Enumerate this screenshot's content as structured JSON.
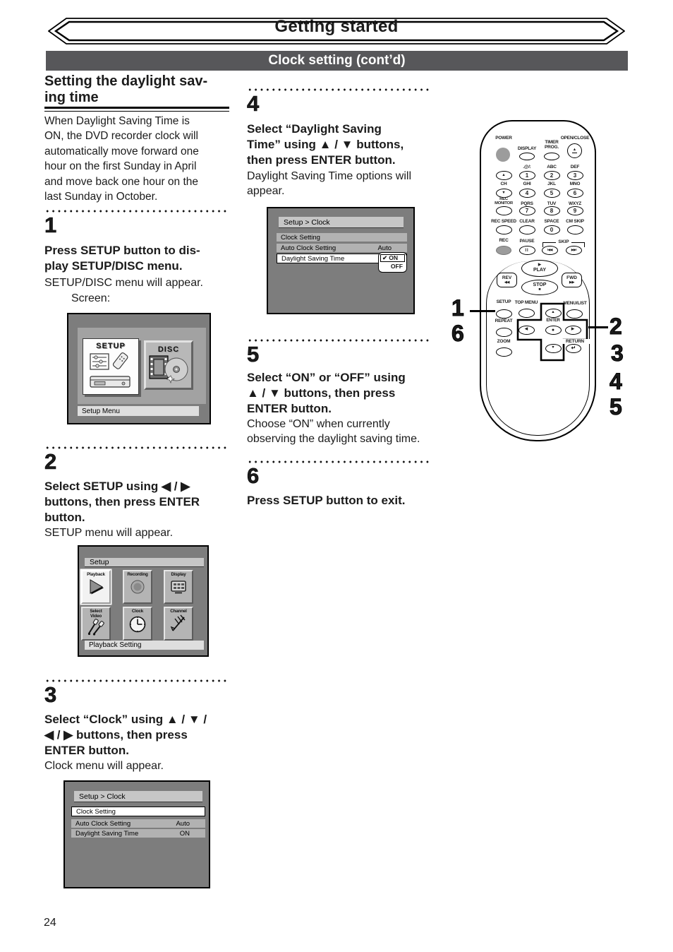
{
  "header": {
    "banner": "Getting started",
    "section": "Clock setting (cont’d)"
  },
  "page_number": "24",
  "left": {
    "heading": "Setting the daylight sav-\ning time",
    "intro": "When Daylight Saving Time is\nON, the DVD recorder clock will\nautomatically move forward one\nhour on the first Sunday in April\nand move back one hour on the\nlast Sunday in October."
  },
  "steps": {
    "s1": {
      "num": "1",
      "bold": "Press SETUP button to dis-\nplay SETUP/DISC menu.",
      "normal": "SETUP/DISC menu will appear.",
      "screen_label": "Screen:"
    },
    "s2": {
      "num": "2",
      "bold": "Select SETUP using ◀ / ▶\nbuttons, then press ENTER\nbutton.",
      "normal": "SETUP menu will appear."
    },
    "s3": {
      "num": "3",
      "bold": "Select “Clock” using ▲ / ▼ /\n◀ / ▶ buttons, then press\nENTER button.",
      "normal": "Clock menu will appear."
    },
    "s4": {
      "num": "4",
      "bold": "Select “Daylight Saving\nTime” using  ▲ / ▼ buttons,\nthen press ENTER button.",
      "normal": "Daylight Saving Time options will\nappear."
    },
    "s5": {
      "num": "5",
      "bold": "Select “ON” or “OFF” using\n▲ / ▼ buttons, then press\nENTER button.",
      "normal": "Choose “ON” when currently\nobserving the daylight saving time."
    },
    "s6": {
      "num": "6",
      "bold": "Press SETUP button to exit."
    }
  },
  "screens": {
    "setup_disc": {
      "setup_tile": "SETUP",
      "disc_tile": "DISC",
      "status": "Setup Menu"
    },
    "setup_menu": {
      "title": "Setup",
      "status": "Playback Setting",
      "tiles": [
        {
          "label": "Playback"
        },
        {
          "label": "Recording"
        },
        {
          "label": "Display"
        },
        {
          "label": "Select\nVideo"
        },
        {
          "label": "Clock"
        },
        {
          "label": "Channel"
        }
      ]
    },
    "clock_menu": {
      "title": "Setup > Clock",
      "rows": [
        {
          "label": "Clock Setting",
          "value": ""
        },
        {
          "label": "Auto Clock Setting",
          "value": "Auto"
        },
        {
          "label": "Daylight Saving Time",
          "value": "ON"
        }
      ]
    },
    "clock_menu_popup": {
      "title": "Setup > Clock",
      "rows": [
        {
          "label": "Clock Setting",
          "value": ""
        },
        {
          "label": "Auto Clock Setting",
          "value": "Auto"
        },
        {
          "label": "Daylight Saving Time",
          "value": ""
        }
      ],
      "popup": {
        "check": "✔",
        "on": "ON",
        "off": "OFF"
      }
    }
  },
  "remote": {
    "callouts": [
      "1",
      "2",
      "3",
      "4",
      "5",
      "6"
    ],
    "power": "POWER",
    "display": "DISPLAY",
    "timer_prog": "TIMER\nPROG.",
    "open_close": "OPEN/CLOSE",
    "ch": "CH",
    "rec_monitor": "REC\nMONITOR",
    "rec_speed": "REC SPEED",
    "clear": "CLEAR",
    "space": "SPACE",
    "cm_skip": "CM SKIP",
    "rec": "REC",
    "pause": "PAUSE",
    "skip": "SKIP",
    "play": "PLAY",
    "stop": "STOP",
    "rev": "REV",
    "fwd": "FWD",
    "setup": "SETUP",
    "top_menu": "TOP MENU",
    "menu_list": "MENU/LIST",
    "repeat": "REPEAT",
    "enter": "ENTER",
    "zoom": "ZOOM",
    "return": "RETURN",
    "digits": [
      {
        "letters": ".@/:",
        "digit": "1"
      },
      {
        "letters": "ABC",
        "digit": "2"
      },
      {
        "letters": "DEF",
        "digit": "3"
      },
      {
        "letters": "GHI",
        "digit": "4"
      },
      {
        "letters": "JKL",
        "digit": "5"
      },
      {
        "letters": "MNO",
        "digit": "6"
      },
      {
        "letters": "PQRS",
        "digit": "7"
      },
      {
        "letters": "TUV",
        "digit": "8"
      },
      {
        "letters": "WXYZ",
        "digit": "9"
      },
      {
        "letters": "",
        "digit": "0"
      }
    ],
    "glyphs": {
      "up": "▲",
      "down": "▼",
      "left": "◀",
      "right": "▶",
      "eject": "▲",
      "pause": "II",
      "skip_back": "I◀◀",
      "skip_fwd": "▶▶I",
      "play_tri": "▶",
      "stop_sq": "■",
      "enter_dot": "●",
      "return_arrow": "↵",
      "rev_icon": "◀◀",
      "fwd_icon": "▶▶"
    }
  }
}
